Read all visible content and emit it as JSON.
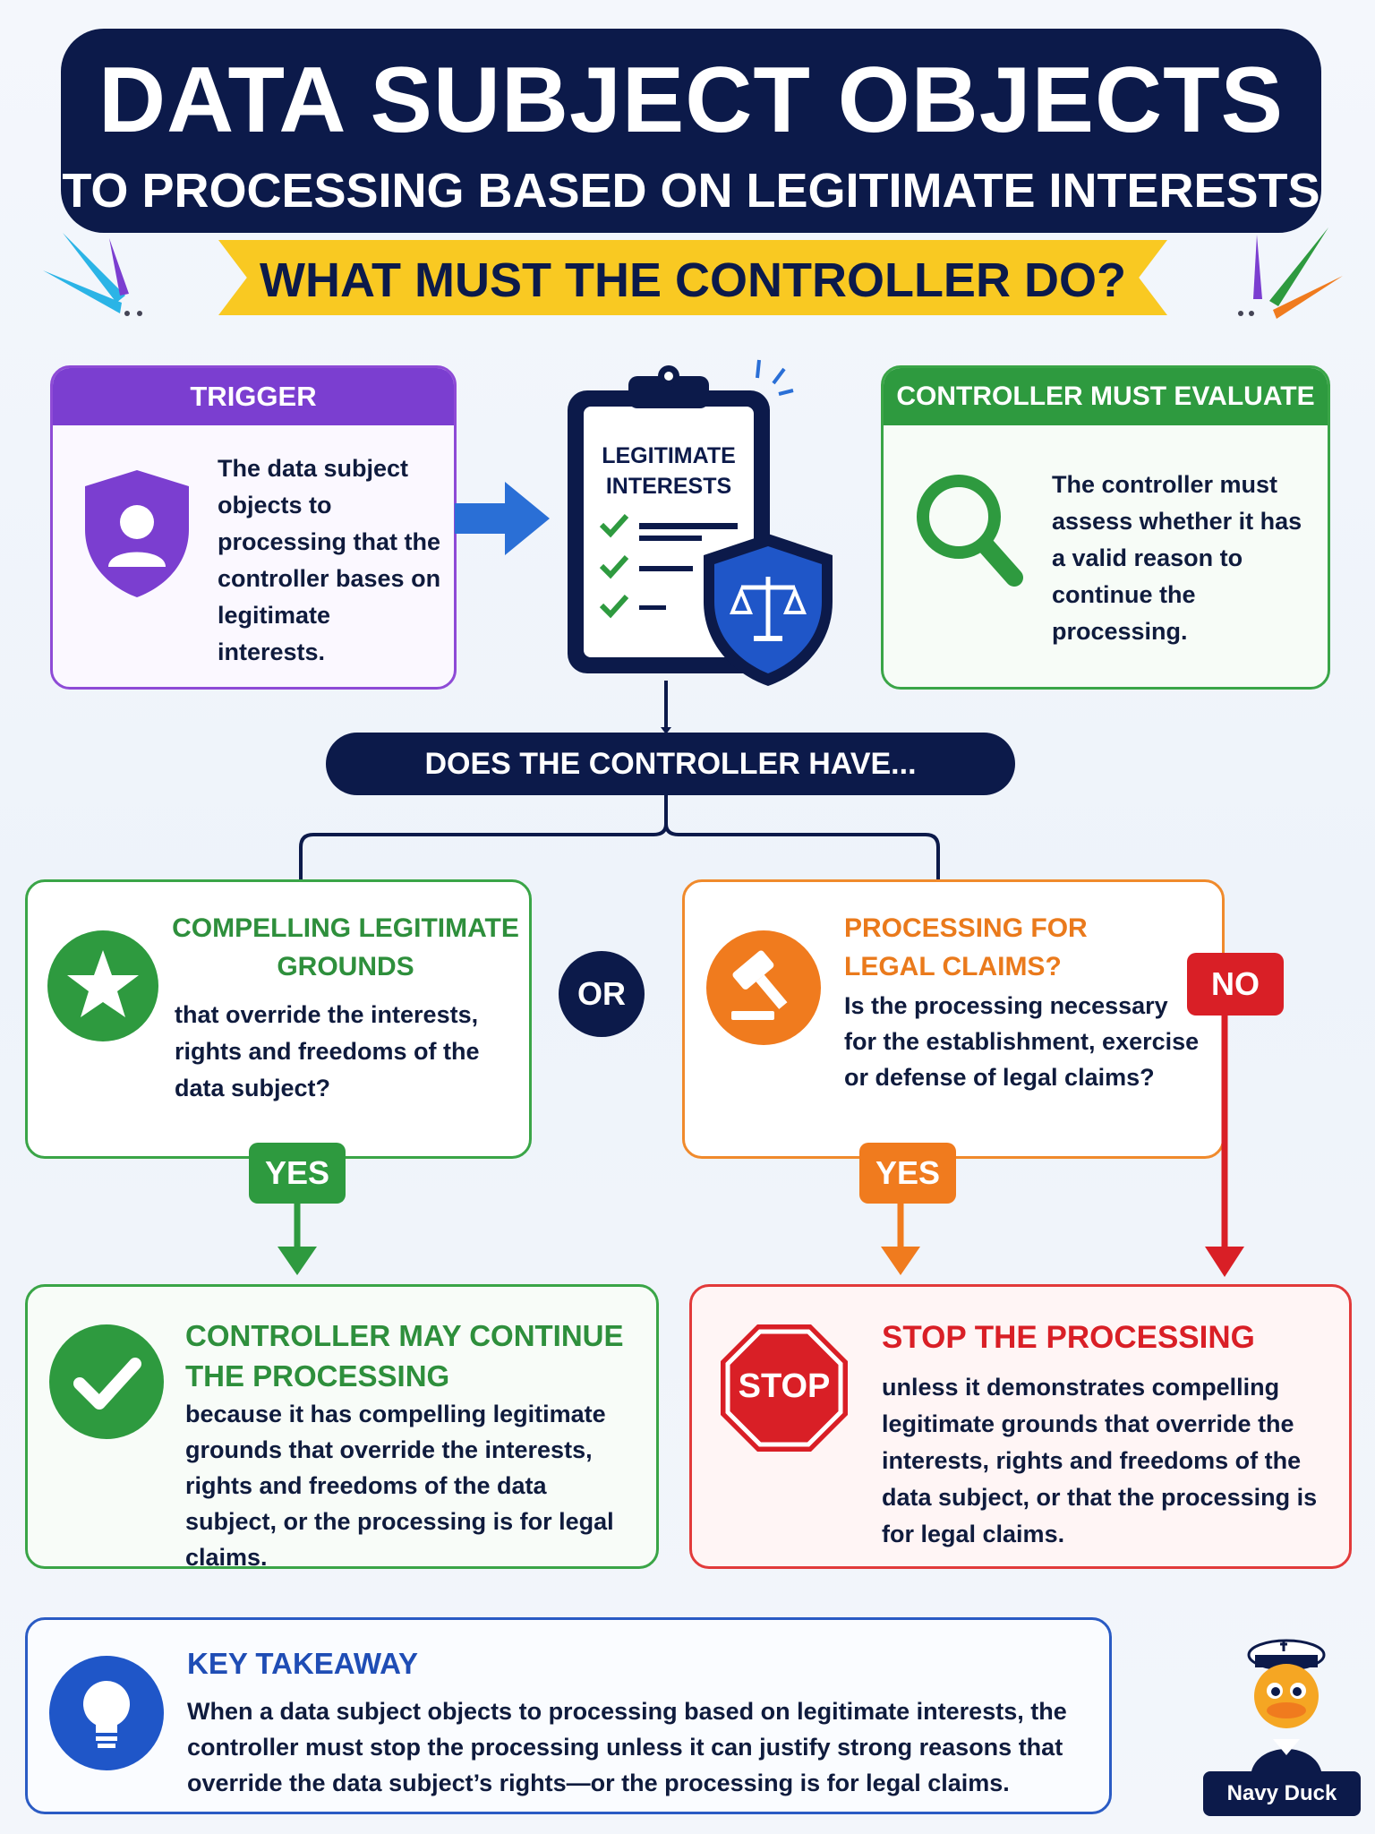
{
  "header": {
    "title": "DATA SUBJECT OBJECTS",
    "subtitle": "TO PROCESSING BASED ON LEGITIMATE INTERESTS",
    "question": "WHAT MUST THE CONTROLLER DO?"
  },
  "trigger": {
    "heading": "TRIGGER",
    "text": "The data subject objects to processing that the controller bases on legitimate interests."
  },
  "clipboard": {
    "title_line1": "LEGITIMATE",
    "title_line2": "INTERESTS"
  },
  "evaluate": {
    "heading": "CONTROLLER MUST EVALUATE",
    "text": "The controller must assess whether it has a valid reason to continue the processing."
  },
  "question": {
    "text": "DOES THE CONTROLLER HAVE..."
  },
  "compelling": {
    "title": "COMPELLING LEGITIMATE GROUNDS",
    "text": "that override the interests, rights and freedoms of the data subject?"
  },
  "or_label": "OR",
  "legal": {
    "title": "PROCESSING FOR LEGAL CLAIMS?",
    "text": "Is the processing necessary for the establishment, exercise or defense of legal claims?"
  },
  "tags": {
    "yes_left": "YES",
    "yes_right": "YES",
    "no": "NO"
  },
  "continue_outcome": {
    "title": "CONTROLLER MAY CONTINUE THE PROCESSING",
    "text": "because it has compelling legitimate grounds that override the interests, rights and freedoms of the data subject, or the processing is for legal claims."
  },
  "stop_outcome": {
    "sign": "STOP",
    "title": "STOP THE PROCESSING",
    "text": "unless it demonstrates compelling legitimate grounds that override the interests, rights and freedoms of the data subject, or that the processing is for legal claims."
  },
  "takeaway": {
    "title": "KEY TAKEAWAY",
    "text": "When a data subject objects to processing based on legitimate interests, the controller must stop the processing unless it can justify strong reasons that override the data subject’s rights—or the processing is for legal claims."
  },
  "mascot": {
    "label": "Navy Duck"
  },
  "colors": {
    "navy": "#0c1a4a",
    "purple": "#7b3ed0",
    "green": "#2e9a3f",
    "orange": "#f07b1e",
    "red": "#d91f26",
    "blue": "#1f4db5",
    "yellow": "#f9c922"
  }
}
